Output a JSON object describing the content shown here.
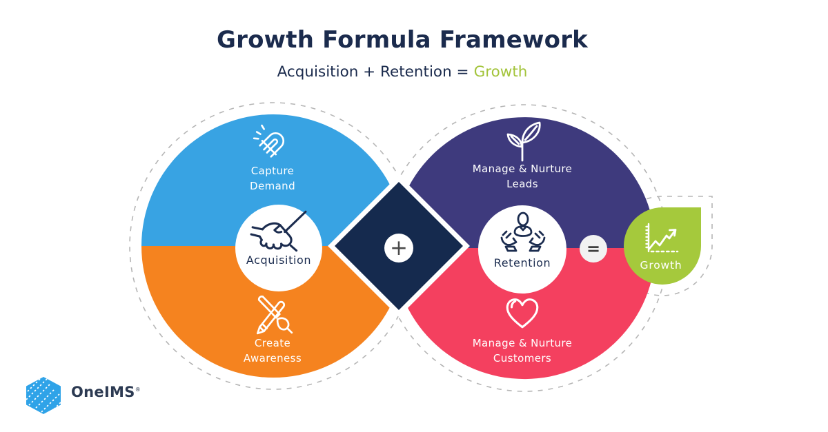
{
  "header": {
    "title": "Growth Formula Framework",
    "subtitle_prefix": "Acquisition + Retention =",
    "subtitle_highlight": "Growth",
    "title_color": "#1B2B4D",
    "highlight_color": "#A3C43B"
  },
  "diagram": {
    "left_loop": {
      "top_segment": {
        "color": "#38A3E3",
        "icon": "magnet-icon",
        "label_line1": "Capture",
        "label_line2": "Demand"
      },
      "bottom_segment": {
        "color": "#F5831F",
        "icon": "pencil-brush-icon",
        "label_line1": "Create",
        "label_line2": "Awareness"
      },
      "center": {
        "label": "Acquisition",
        "icon": "handshake-icon"
      }
    },
    "right_loop": {
      "top_segment": {
        "color": "#3E3A7D",
        "icon": "sprout-icon",
        "label_line1": "Manage & Nurture",
        "label_line2": "Leads"
      },
      "bottom_segment": {
        "color": "#F4405F",
        "icon": "heart-icon",
        "label_line1": "Manage & Nurture",
        "label_line2": "Customers"
      },
      "center": {
        "label": "Retention",
        "icon": "hands-person-icon"
      }
    },
    "plus_operator": "+",
    "equals_operator": "=",
    "result": {
      "label": "Growth",
      "color": "#A5C93C",
      "icon": "growth-chart-icon"
    },
    "styles": {
      "crossing_diamond_color": "#152A4E",
      "dashed_outline_color": "#B5B5B5"
    }
  },
  "footer": {
    "brand": "OneIMS",
    "registered_mark": "®",
    "logo_color": "#2FA3E8"
  }
}
